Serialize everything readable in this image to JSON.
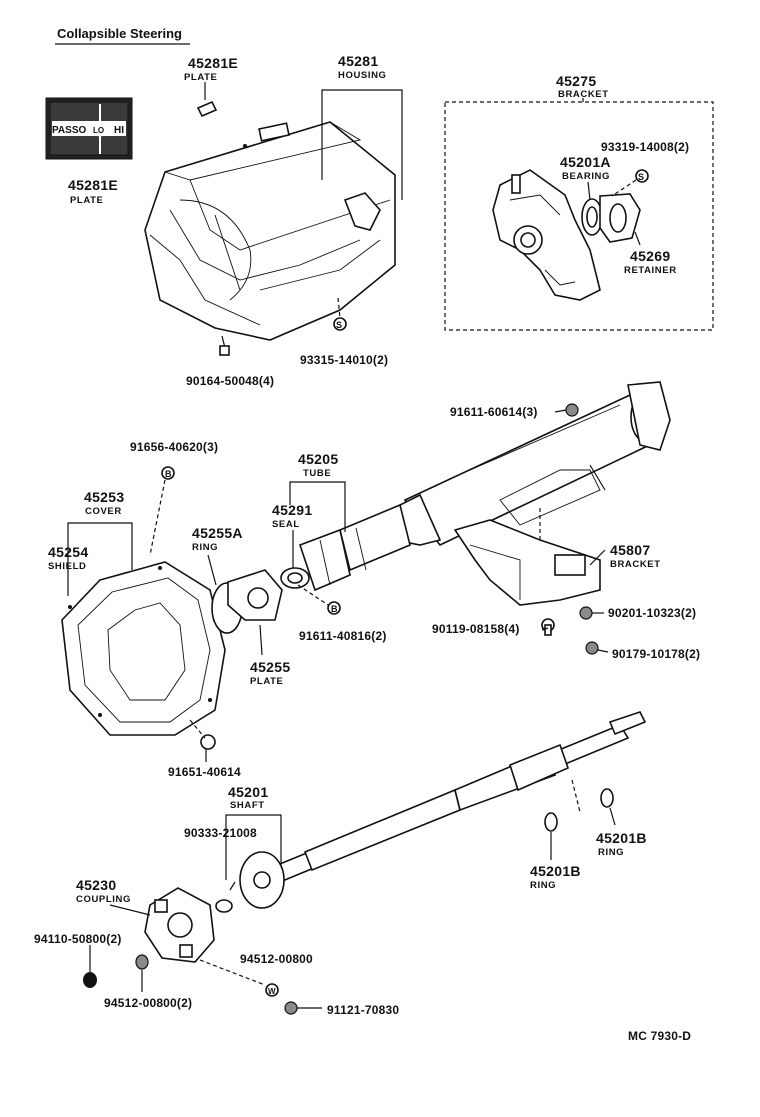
{
  "header": {
    "title": "Collapsible Steering"
  },
  "plate_detail": {
    "left": "PASSO",
    "center": "LO",
    "right": "HI"
  },
  "parts": {
    "p45281E_top": {
      "number": "45281E",
      "name": "PLATE"
    },
    "p45281_housing": {
      "number": "45281",
      "name": "HOUSING"
    },
    "p45275_bracket": {
      "number": "45275",
      "name": "BRACKET"
    },
    "p45281E_side": {
      "number": "45281E",
      "name": "PLATE"
    },
    "p93319": {
      "number": "93319-14008(2)"
    },
    "p45201A": {
      "number": "45201A",
      "name": "BEARING"
    },
    "p45269": {
      "number": "45269",
      "name": "RETAINER"
    },
    "p93315": {
      "number": "93315-14010(2)"
    },
    "p90164": {
      "number": "90164-50048(4)"
    },
    "p91611_60614": {
      "number": "91611-60614(3)"
    },
    "p91656": {
      "number": "91656-40620(3)"
    },
    "p45205": {
      "number": "45205",
      "name": "TUBE"
    },
    "p45253": {
      "number": "45253",
      "name": "COVER"
    },
    "p45291": {
      "number": "45291",
      "name": "SEAL"
    },
    "p45255A": {
      "number": "45255A",
      "name": "RING"
    },
    "p45254": {
      "number": "45254",
      "name": "SHIELD"
    },
    "p45807": {
      "number": "45807",
      "name": "BRACKET"
    },
    "p90201": {
      "number": "90201-10323(2)"
    },
    "p91611_40816": {
      "number": "91611-40816(2)"
    },
    "p90119": {
      "number": "90119-08158(4)"
    },
    "p90179": {
      "number": "90179-10178(2)"
    },
    "p45255": {
      "number": "45255",
      "name": "PLATE"
    },
    "p91651": {
      "number": "91651-40614"
    },
    "p45201": {
      "number": "45201",
      "name": "SHAFT"
    },
    "p90333": {
      "number": "90333-21008"
    },
    "p45201B_right": {
      "number": "45201B",
      "name": "RING"
    },
    "p45230": {
      "number": "45230",
      "name": "COUPLING"
    },
    "p45201B_mid": {
      "number": "45201B",
      "name": "RING"
    },
    "p94110": {
      "number": "94110-50800(2)"
    },
    "p94512_single": {
      "number": "94512-00800"
    },
    "p94512_pair": {
      "number": "94512-00800(2)"
    },
    "p91121": {
      "number": "91121-70830"
    }
  },
  "footer": {
    "code": "MC 7930-D"
  },
  "icons": {
    "symbol_s": "S",
    "symbol_b": "B",
    "symbol_w": "W"
  }
}
